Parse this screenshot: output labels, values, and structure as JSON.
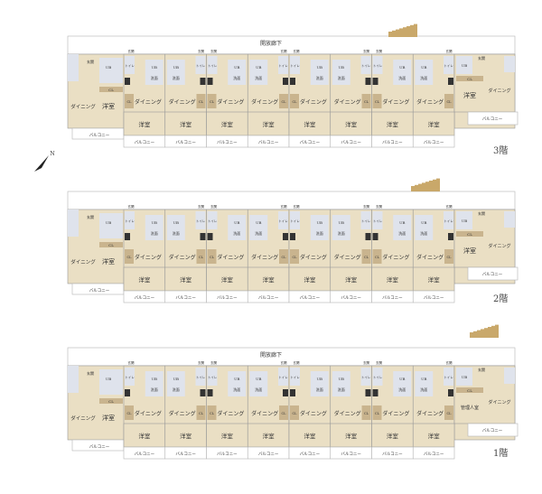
{
  "floors": [
    {
      "label": "3階",
      "corridor": "開放廊下",
      "right_room": "洋室"
    },
    {
      "label": "2階",
      "corridor": "",
      "right_room": "洋室"
    },
    {
      "label": "1階",
      "corridor": "開放廊下",
      "right_room": "管理人室"
    }
  ],
  "rooms": {
    "dining": "ダイニング",
    "western": "洋室",
    "balcony": "バルコニー",
    "closet": "CL",
    "bath": "UB",
    "entrance": "玄関",
    "toilet": "トイレ",
    "washroom": "洗面"
  },
  "compass": {
    "label": "N"
  },
  "colors": {
    "floor": "#eadfc4",
    "wet": "#dfe3ec",
    "wall": "#9a9a9a",
    "closet": "#c9b48e",
    "outline": "#b5b5b5"
  }
}
